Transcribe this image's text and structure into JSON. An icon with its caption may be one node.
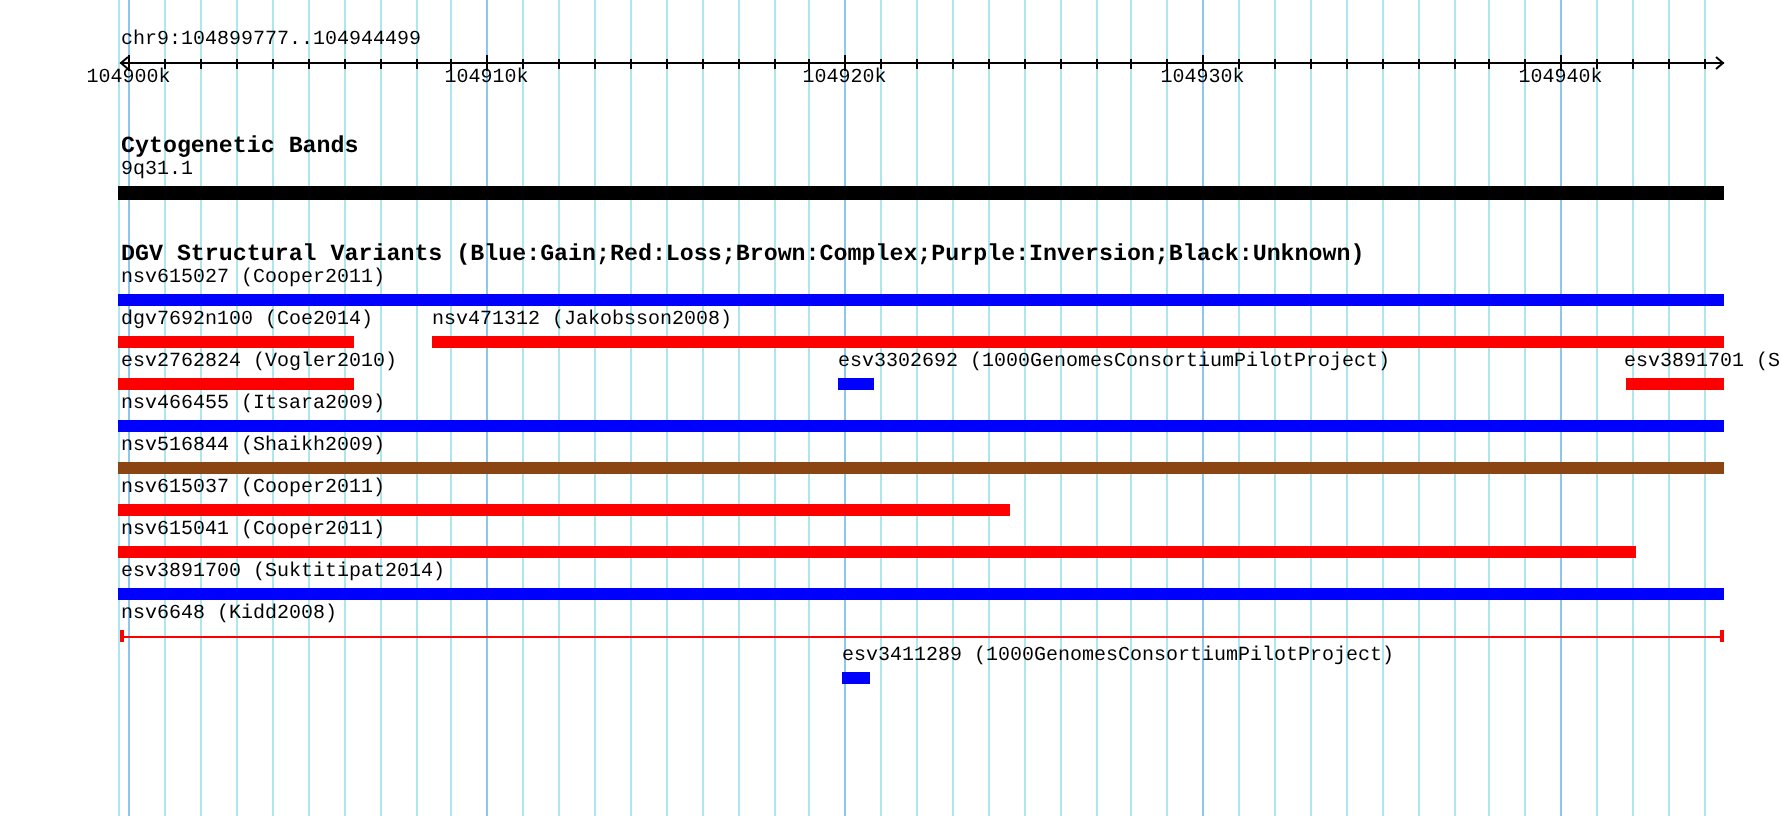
{
  "diagram": {
    "nodes": [
      {
        "text": [
          "9q31.1"
        ]
      },
      {
        "text": [
          "nsv615027 (Cooper2011)"
        ]
      },
      {
        "text": [
          "dgv7692n100 (Coe2014)"
        ]
      },
      {
        "text": [
          "nsv471312 (Jakobsson2008)"
        ]
      },
      {
        "text": [
          "esv2762824 (Vogler2010)"
        ]
      },
      {
        "text": [
          "esv3302692 (1000GenomesConsortiumPilotProject)"
        ]
      },
      {
        "text": [
          "esv3891701 (S"
        ]
      },
      {
        "text": [
          "nsv466455 (Itsara2009)"
        ]
      },
      {
        "text": [
          "nsv516844 (Shaikh2009)"
        ]
      },
      {
        "text": [
          "nsv615037 (Cooper2011)"
        ]
      },
      {
        "text": [
          "nsv615041 (Cooper2011)"
        ]
      },
      {
        "text": [
          "esv3891700 (Suktitipat2014)"
        ]
      },
      {
        "text": [
          "nsv6648 (Kidd2008)"
        ]
      },
      {
        "text": [
          "esv3411289 (1000GenomesConsortiumPilotProject)"
        ]
      }
    ],
    "labels": [
      "chr9:104899777..104944499",
      "104900k",
      "104910k",
      "104920k",
      "104930k",
      "104940k",
      "Cytogenetic Bands",
      "DGV Structural Variants (Blue:Gain;Red:Loss;Brown:Complex;Purple:Inversion;Black:Unknown)"
    ]
  }
}
